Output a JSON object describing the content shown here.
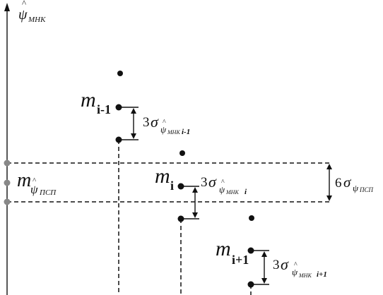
{
  "axis": {
    "psi": "ψ",
    "hat": "^",
    "sub": "МНК"
  },
  "groups": [
    {
      "id": "i-1",
      "m": "m",
      "m_sub": "i-1",
      "sigma_mult": "3",
      "sigma": "σ",
      "sigma_psi": "ψ",
      "sigma_hat": "^",
      "sigma_sub1": "МНК",
      "sigma_sub2": "i-1"
    },
    {
      "id": "i",
      "m": "m",
      "m_sub": "i",
      "sigma_mult": "3",
      "sigma": "σ",
      "sigma_psi": "ψ",
      "sigma_hat": "^",
      "sigma_sub1": "МНК",
      "sigma_sub2": "i"
    },
    {
      "id": "i+1",
      "m": "m",
      "m_sub": "i+1",
      "sigma_mult": "3",
      "sigma": "σ",
      "sigma_psi": "ψ",
      "sigma_hat": "^",
      "sigma_sub1": "МНК",
      "sigma_sub2": "i+1"
    }
  ],
  "band": {
    "m": "m",
    "m_psi": "ψ",
    "m_hat": "^",
    "m_sub": "ПСП",
    "sigma_mult": "6",
    "sigma": "σ",
    "sigma_psi": "ψ",
    "sigma_sub": "ПСП"
  }
}
